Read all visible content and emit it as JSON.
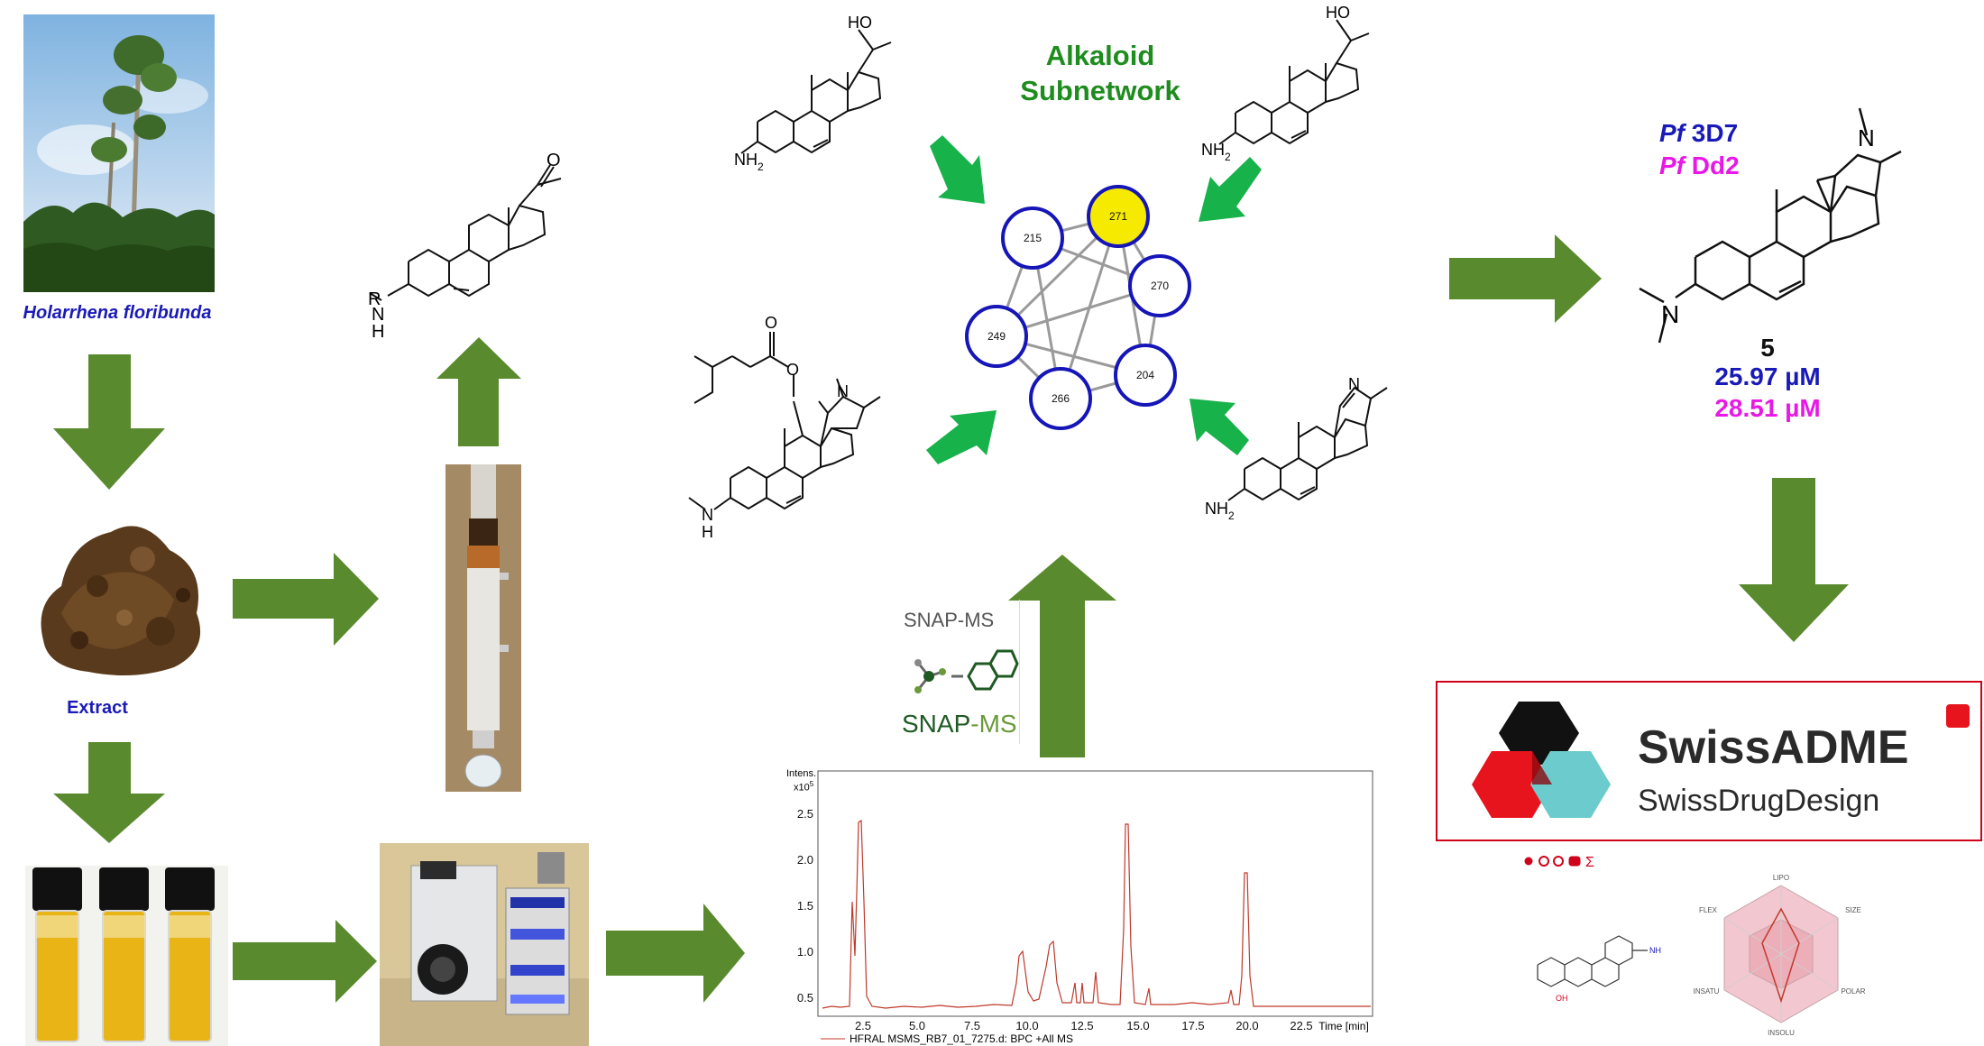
{
  "colors": {
    "arrow_green": "#5a8a2e",
    "bright_green_arrow": "#18b24a",
    "node_border": "#1515b8",
    "node_highlight": "#f5ea00",
    "plant_label_blue": "#1a1ab8",
    "ic50_blue": "#1a1ab8",
    "ic50_magenta": "#e619e6",
    "chromatogram_red": "#c0392b",
    "subnetwork_green": "#1e8c1e",
    "swissadme_red": "#d0021b"
  },
  "left_panel": {
    "plant_label": "Holarrhena floribunda",
    "extract_label": "Extract"
  },
  "scaffold": {
    "r_label": "R",
    "n_label": "N",
    "h_label": "H",
    "o_label": "O"
  },
  "network": {
    "title_line1": "Alkaloid",
    "title_line2": "Subnetwork",
    "nodes": [
      {
        "id": "215",
        "highlight": false
      },
      {
        "id": "271",
        "highlight": true
      },
      {
        "id": "270",
        "highlight": false
      },
      {
        "id": "249",
        "highlight": false
      },
      {
        "id": "204",
        "highlight": false
      },
      {
        "id": "266",
        "highlight": false
      }
    ]
  },
  "structures": {
    "top_left": {
      "oh": "HO",
      "nh2": "NH",
      "sub2": "2"
    },
    "top_right": {
      "oh": "HO",
      "nh2": "NH",
      "sub2": "2"
    },
    "mid_left": {
      "o1": "O",
      "o2": "O",
      "n": "N",
      "nh_n": "N",
      "nh_h": "H"
    },
    "bottom_right": {
      "n": "N",
      "nh2": "NH",
      "sub2": "2"
    }
  },
  "snapms": {
    "top_label": "SNAP-MS",
    "logo_snap": "SNAP",
    "logo_ms": "-MS"
  },
  "chromatogram": {
    "intens_label": "Intens.",
    "scale_label": "x10",
    "scale_exp": "5",
    "y_ticks": [
      "2.5",
      "2.0",
      "1.5",
      "1.0",
      "0.5"
    ],
    "x_ticks": [
      "2.5",
      "5.0",
      "7.5",
      "10.0",
      "12.5",
      "15.0",
      "17.5",
      "20.0",
      "22.5"
    ],
    "x_axis_label": "Time [min]",
    "legend": "HFRAL MSMS_RB7_01_7275.d: BPC +All MS"
  },
  "result": {
    "strain1_pf": "Pf",
    "strain1_name": " 3D7",
    "strain2_pf": "Pf",
    "strain2_name": " Dd2",
    "compound_number": "5",
    "ic50_3d7": "25.97 µM",
    "ic50_dd2": "28.51 µM",
    "n_methyl": "N",
    "n_dimethyl": "N"
  },
  "swissadme": {
    "title": "SwissADME",
    "subtitle": "SwissDrugDesign",
    "radar_axes": [
      "LIPO",
      "SIZE",
      "POLAR",
      "INSOLU",
      "INSATU",
      "FLEX"
    ],
    "mol_label_1": "NH",
    "mol_label_2": "OH"
  }
}
